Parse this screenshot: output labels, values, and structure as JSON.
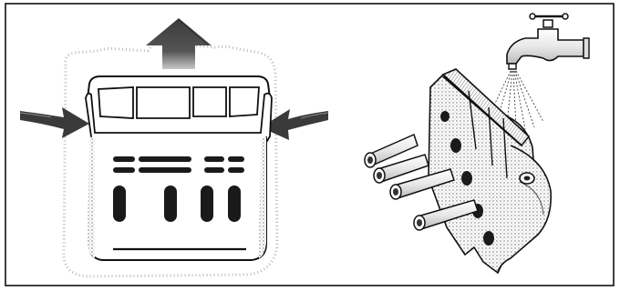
{
  "figure": {
    "panels": [
      {
        "id": "left",
        "depicts": "detergent-drawer-front",
        "icons": [
          "arrow-up-icon",
          "arrow-right-icon",
          "arrow-left-icon"
        ]
      },
      {
        "id": "right",
        "depicts": "detergent-drawer-rinse",
        "icons": [
          "water-tap-icon",
          "water-spray-icon",
          "siphon-cap-icon"
        ]
      }
    ],
    "colors": {
      "line": "#111111",
      "paper": "#ffffff",
      "arrow": "#3a3a3a",
      "shade": "#9a9a9a"
    }
  }
}
